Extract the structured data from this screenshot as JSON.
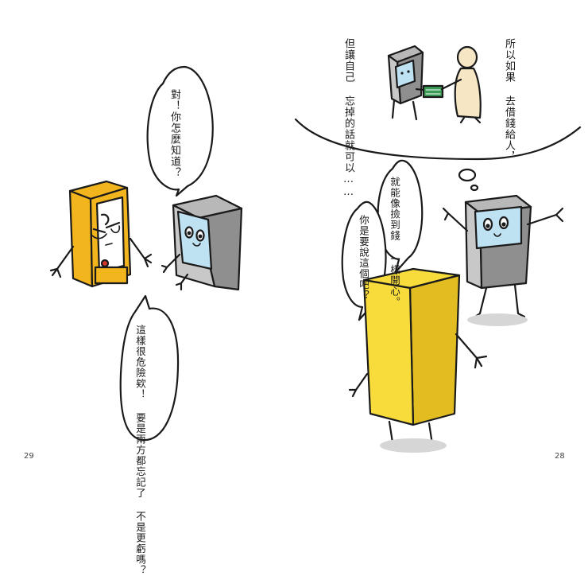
{
  "page_left": {
    "number": "29",
    "bubble_top": {
      "lines": [
        "對！你怎麼知道？"
      ]
    },
    "bubble_bottom": {
      "lines": [
        "這樣很危險欸！",
        "要是兩方都忘記了",
        "不是更虧嗎？"
      ]
    }
  },
  "page_right": {
    "number": "28",
    "thought": {
      "col1": [
        "所以如果",
        "去借錢給人，"
      ],
      "col2": [
        "但讓自己",
        "忘掉的話就可以……"
      ]
    },
    "bubble_mid": {
      "lines": [
        "就能像撿到錢",
        "一樣開心。"
      ]
    },
    "bubble_q": {
      "lines": [
        "你是要說這個吧？"
      ]
    }
  },
  "colors": {
    "gold": "#f2b51e",
    "yellow": "#f8dc3c",
    "gray": "#9a9a9a",
    "screen": "#bfe2f2",
    "person": "#f6e6c4",
    "money": "#3a9b55"
  }
}
